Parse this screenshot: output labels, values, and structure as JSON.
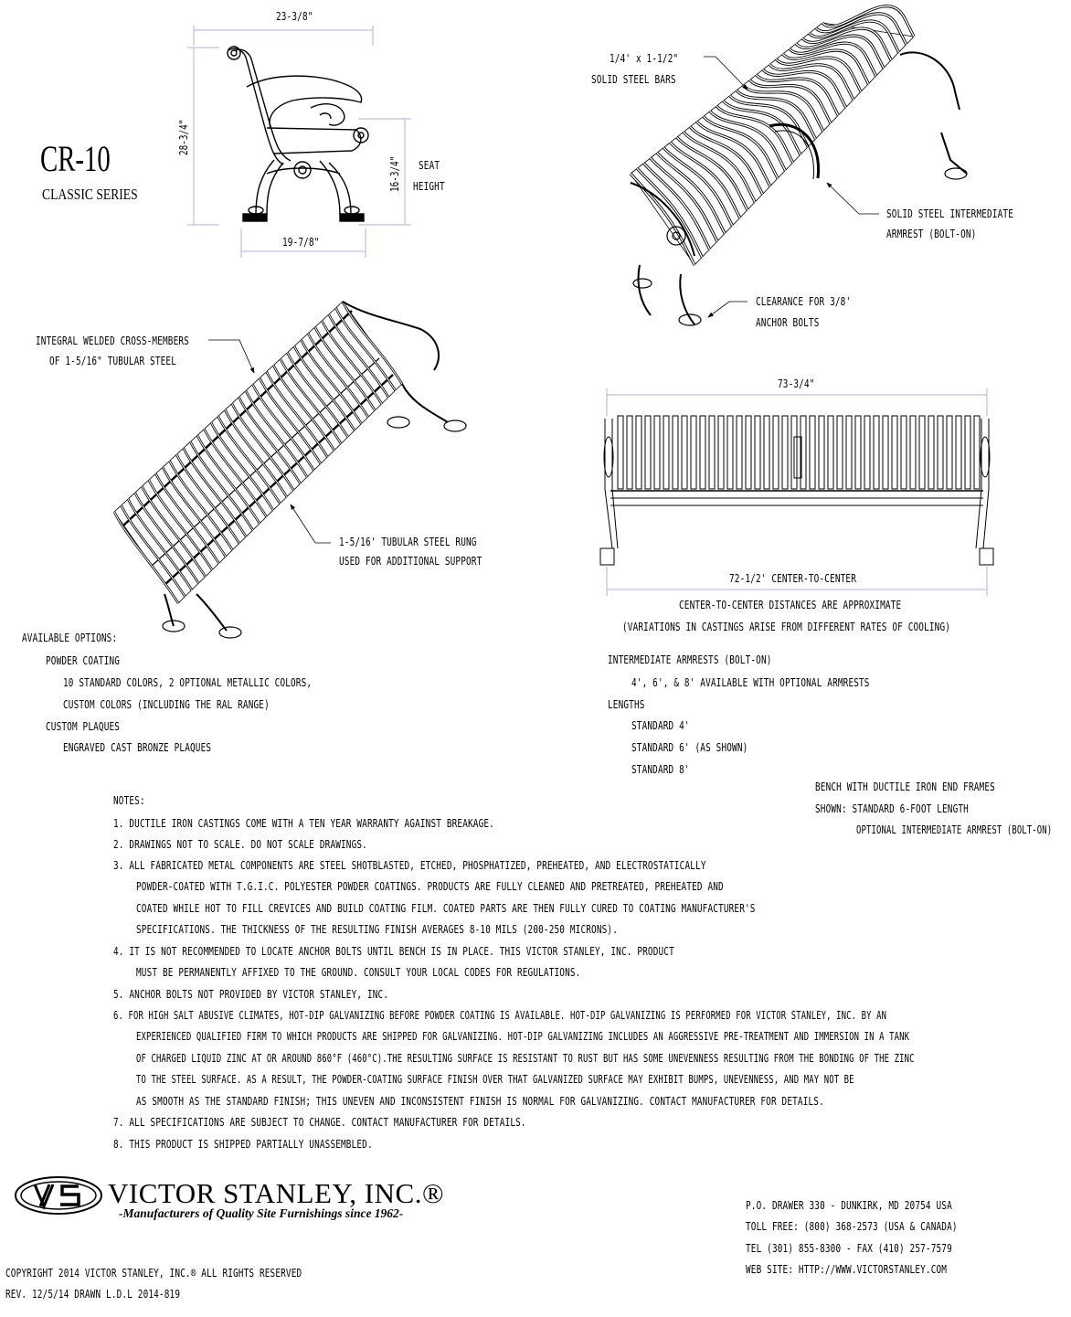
{
  "title": {
    "model": "CR-10",
    "series": "CLASSIC SERIES"
  },
  "dims": {
    "side_width": "23-3/8\"",
    "side_height": "28-3/4\"",
    "seat_height_value": "16-3/4\"",
    "seat_height_label_1": "SEAT",
    "seat_height_label_2": "HEIGHT",
    "base_width": "19-7/8\"",
    "front_length": "73-3/4\"",
    "center_to_center": "72-1/2' CENTER-TO-CENTER"
  },
  "callouts": {
    "bars_1": "1/4' x 1-1/2\"",
    "bars_2": "SOLID STEEL BARS",
    "armrest_1": "SOLID STEEL INTERMEDIATE",
    "armrest_2": "ARMREST (BOLT-ON)",
    "clearance_1": "CLEARANCE FOR 3/8'",
    "clearance_2": "ANCHOR BOLTS",
    "cross_1": "INTEGRAL WELDED CROSS-MEMBERS",
    "cross_2": "OF 1-5/16\" TUBULAR STEEL",
    "rung_1": "1-5/16' TUBULAR STEEL RUNG",
    "rung_2": "USED FOR ADDITIONAL SUPPORT",
    "cc_note_1": "CENTER-TO-CENTER DISTANCES ARE APPROXIMATE",
    "cc_note_2": "(VARIATIONS IN CASTINGS ARISE FROM DIFFERENT RATES OF COOLING)"
  },
  "options": {
    "heading": "AVAILABLE OPTIONS:",
    "powder": "POWDER COATING",
    "colors_1": "10 STANDARD COLORS, 2 OPTIONAL METALLIC COLORS,",
    "colors_2": "CUSTOM COLORS (INCLUDING THE RAL RANGE)",
    "plaques": "CUSTOM PLAQUES",
    "engraved": "ENGRAVED CAST BRONZE PLAQUES"
  },
  "armrests": {
    "heading": "INTERMEDIATE ARMRESTS (BOLT-ON)",
    "avail": "4', 6', & 8' AVAILABLE WITH OPTIONAL ARMRESTS",
    "lengths": "LENGTHS",
    "std4": "STANDARD 4'",
    "std6": "STANDARD 6' (AS SHOWN)",
    "std8": "STANDARD 8'"
  },
  "shown": {
    "line1": "BENCH WITH DUCTILE IRON END FRAMES",
    "line2": "SHOWN: STANDARD 6-FOOT LENGTH",
    "line3": "OPTIONAL INTERMEDIATE ARMREST (BOLT-ON)"
  },
  "notes": {
    "heading": "NOTES:",
    "n1": "1.  DUCTILE IRON CASTINGS COME WITH A TEN YEAR WARRANTY AGAINST BREAKAGE.",
    "n2": "2.  DRAWINGS NOT TO SCALE. DO NOT SCALE DRAWINGS.",
    "n3a": "3.  ALL FABRICATED METAL COMPONENTS ARE STEEL SHOTBLASTED, ETCHED, PHOSPHATIZED, PREHEATED, AND ELECTROSTATICALLY",
    "n3b": "POWDER-COATED WITH T.G.I.C. POLYESTER POWDER COATINGS. PRODUCTS ARE FULLY CLEANED AND PRETREATED, PREHEATED AND",
    "n3c": "COATED WHILE HOT TO FILL CREVICES AND BUILD COATING FILM. COATED PARTS ARE THEN FULLY CURED TO COATING MANUFACTURER'S",
    "n3d": "SPECIFICATIONS. THE THICKNESS OF THE RESULTING FINISH AVERAGES 8-10 MILS (200-250 MICRONS).",
    "n4a": "4.  IT IS NOT RECOMMENDED TO LOCATE ANCHOR BOLTS UNTIL BENCH IS IN PLACE. THIS VICTOR STANLEY, INC. PRODUCT",
    "n4b": "MUST BE PERMANENTLY AFFIXED TO THE GROUND. CONSULT YOUR LOCAL CODES FOR REGULATIONS.",
    "n5": "5.  ANCHOR BOLTS NOT PROVIDED BY VICTOR STANLEY, INC.",
    "n6a": "6.  FOR HIGH SALT ABUSIVE CLIMATES, HOT-DIP GALVANIZING BEFORE POWDER COATING IS AVAILABLE. HOT-DIP GALVANIZING IS PERFORMED FOR VICTOR STANLEY, INC. BY AN",
    "n6b": "EXPERIENCED QUALIFIED FIRM TO WHICH PRODUCTS ARE SHIPPED FOR GALVANIZING. HOT-DIP GALVANIZING INCLUDES AN AGGRESSIVE PRE-TREATMENT AND IMMERSION IN A TANK",
    "n6c": "OF CHARGED LIQUID ZINC AT OR AROUND 860°F (460°C).THE RESULTING SURFACE IS RESISTANT TO RUST BUT HAS SOME UNEVENNESS RESULTING FROM THE BONDING OF THE ZINC",
    "n6d": "TO THE STEEL SURFACE. AS A RESULT, THE POWDER-COATING SURFACE FINISH OVER THAT GALVANIZED SURFACE MAY EXHIBIT BUMPS, UNEVENNESS, AND MAY NOT BE",
    "n6e": "AS SMOOTH AS THE STANDARD FINISH; THIS UNEVEN AND INCONSISTENT FINISH IS NORMAL FOR GALVANIZING. CONTACT MANUFACTURER FOR DETAILS.",
    "n7": "7.  ALL SPECIFICATIONS ARE SUBJECT TO CHANGE. CONTACT MANUFACTURER FOR DETAILS.",
    "n8": "8.  THIS PRODUCT IS SHIPPED PARTIALLY UNASSEMBLED."
  },
  "company": {
    "logo_mark": "VS",
    "name": "VICTOR STANLEY, INC.®",
    "tagline": "-Manufacturers of Quality Site Furnishings since 1962-",
    "address": "P.O. DRAWER 330 - DUNKIRK, MD 20754 USA",
    "tollfree": "TOLL FREE: (800) 368-2573 (USA & CANADA)",
    "tel": "TEL (301) 855-8300 - FAX (410) 257-7579",
    "web": "WEB SITE: HTTP://WWW.VICTORSTANLEY.COM"
  },
  "footer": {
    "copyright": "COPYRIGHT 2014 VICTOR STANLEY, INC.®  ALL RIGHTS RESERVED",
    "rev": "REV. 12/5/14 DRAWN L.D.L 2014-819"
  },
  "colors": {
    "line": "#000000",
    "dim": "#b9a8e6"
  }
}
